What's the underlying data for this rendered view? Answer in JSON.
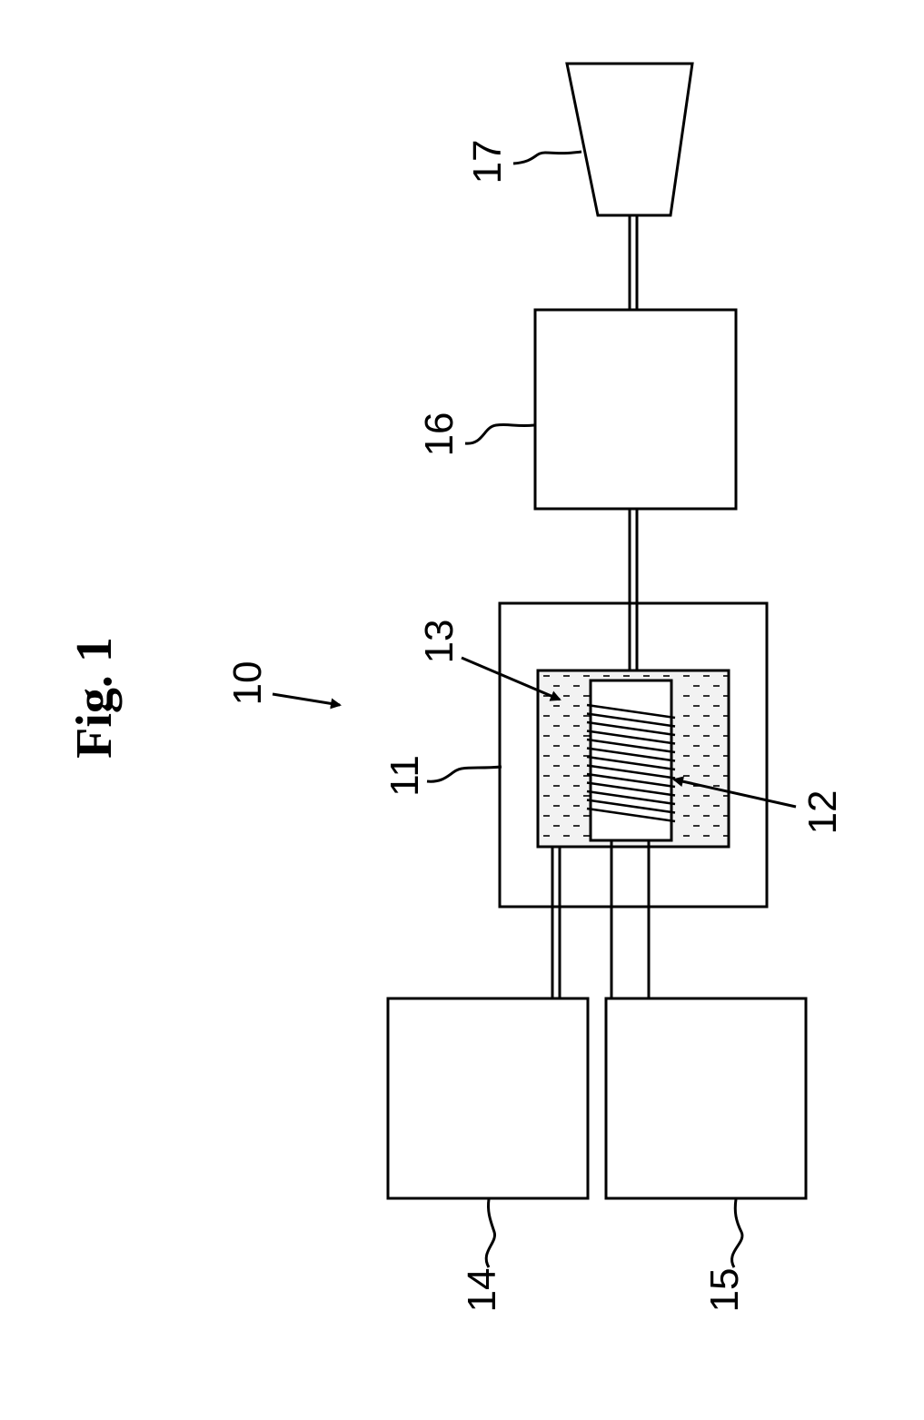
{
  "figure": {
    "title": "Fig. 1",
    "colors": {
      "ink": "#000000",
      "background": "#ffffff",
      "fluid_fill": "#f2f2f2"
    },
    "labels": {
      "system": "10",
      "housing": "11",
      "coil": "12",
      "fluid": "13",
      "block_left_bottom": "14",
      "block_right_bottom": "15",
      "block_middle": "16",
      "nozzle": "17"
    }
  }
}
